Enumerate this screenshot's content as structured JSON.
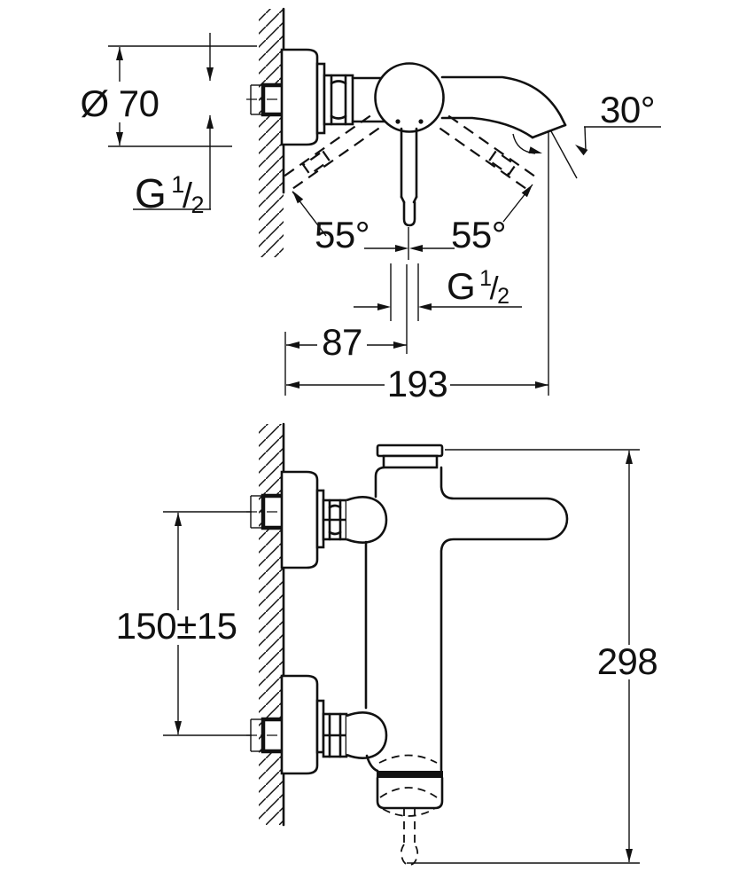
{
  "labels": {
    "flange_diameter": "Ø 70",
    "thread": {
      "prefix": "G",
      "numerator": "1",
      "slash": "/",
      "denominator": "2"
    },
    "lever_angle_left": "55°",
    "lever_angle_right": "55°",
    "spout_angle": "30°",
    "spout_center_distance": "87",
    "spout_reach": "193",
    "connection_spacing": "150±15",
    "overall_height": "298"
  }
}
